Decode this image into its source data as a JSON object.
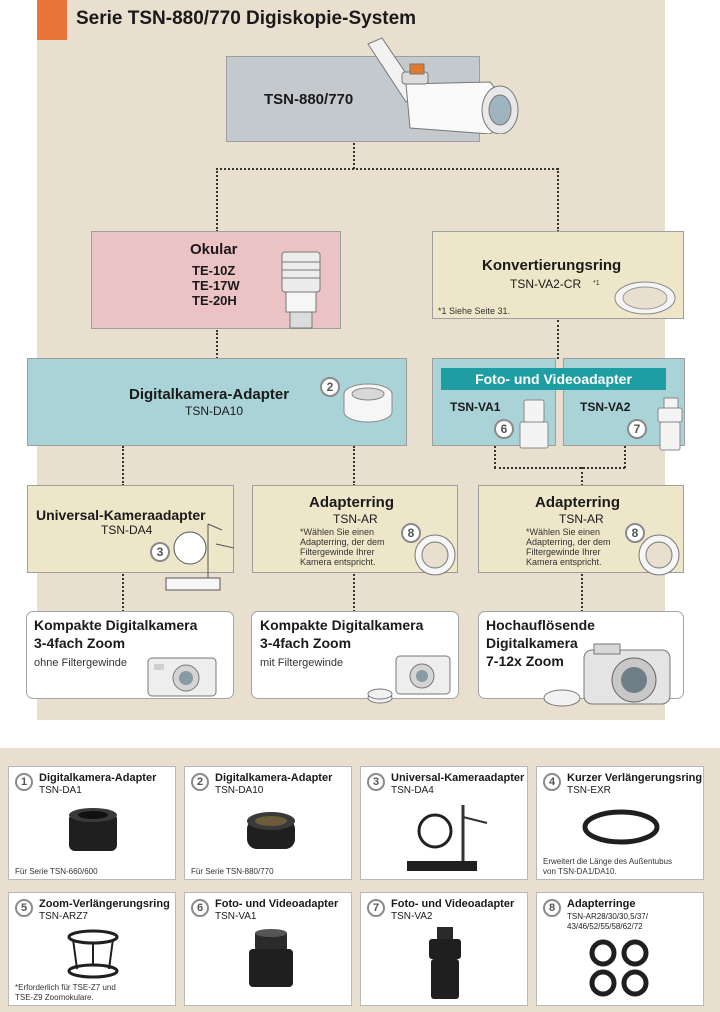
{
  "title": "Serie TSN-880/770 Digiskopie-System",
  "nodes": {
    "scope": {
      "label": "TSN-880/770"
    },
    "eyepiece": {
      "title": "Okular",
      "models": [
        "TE-10Z",
        "TE-17W",
        "TE-20H"
      ]
    },
    "conversion": {
      "title": "Konvertierungsring",
      "code": "TSN-VA2-CR",
      "superscript": "*1",
      "note": "*1 Siehe Seite 31."
    },
    "digital_adapter": {
      "title": "Digitalkamera-Adapter",
      "code": "TSN-DA10",
      "num": "2"
    },
    "video_adapter": {
      "header": "Foto- und Videoadapter",
      "va1": "TSN-VA1",
      "va1_num": "6",
      "va2": "TSN-VA2",
      "va2_num": "7"
    },
    "universal": {
      "title": "Universal-Kameraadapter",
      "code": "TSN-DA4",
      "num": "3"
    },
    "ring_left": {
      "title": "Adapterring",
      "code": "TSN-AR",
      "num": "8",
      "note": [
        "*Wählen Sie einen",
        "Adapterring, der dem",
        "Filtergewinde Ihrer",
        "Kamera entspricht."
      ]
    },
    "ring_right": {
      "title": "Adapterring",
      "code": "TSN-AR",
      "num": "8",
      "note": [
        "*Wählen Sie einen",
        "Adapterring, der dem",
        "Filtergewinde Ihrer",
        "Kamera entspricht."
      ]
    },
    "camera1": {
      "line1": "Kompakte Digitalkamera",
      "line2": "3-4fach Zoom",
      "sub": "ohne Filtergewinde"
    },
    "camera2": {
      "line1": "Kompakte Digitalkamera",
      "line2": "3-4fach Zoom",
      "sub": "mit Filtergewinde"
    },
    "camera3": {
      "line1": "Hochauflösende",
      "line2": "Digitalkamera",
      "line3": "7-12x Zoom"
    }
  },
  "products": [
    {
      "num": "1",
      "title": "Digitalkamera-Adapter",
      "code": "TSN-DA1",
      "note": [
        "Für Serie TSN-660/600"
      ],
      "icon": "adapter-da1-icon"
    },
    {
      "num": "2",
      "title": "Digitalkamera-Adapter",
      "code": "TSN-DA10",
      "note": [
        "Für Serie TSN-880/770"
      ],
      "icon": "adapter-da10-icon"
    },
    {
      "num": "3",
      "title": "Universal-Kameraadapter",
      "code": "TSN-DA4",
      "note": [],
      "icon": "universal-adapter-icon"
    },
    {
      "num": "4",
      "title": "Kurzer Verlängerungsring",
      "code": "TSN-EXR",
      "note": [
        "Erweitert die Länge des Außentubus",
        "von TSN-DA1/DA10."
      ],
      "icon": "extension-ring-icon"
    },
    {
      "num": "5",
      "title": "Zoom-Verlängerungsring",
      "code": "TSN-ARZ7",
      "note": [
        "*Erforderlich für TSE-Z7 und",
        "TSE-Z9 Zoomokulare."
      ],
      "icon": "zoom-ring-icon"
    },
    {
      "num": "6",
      "title": "Foto- und Videoadapter",
      "code": "TSN-VA1",
      "note": [],
      "icon": "video-adapter-va1-icon"
    },
    {
      "num": "7",
      "title": "Foto- und Videoadapter",
      "code": "TSN-VA2",
      "note": [],
      "icon": "video-adapter-va2-icon"
    },
    {
      "num": "8",
      "title": "Adapterringe",
      "code": "TSN-AR28/30/30,5/37/",
      "code2": "43/46/52/55/58/62/72",
      "note": [],
      "icon": "adapter-rings-icon"
    }
  ]
}
